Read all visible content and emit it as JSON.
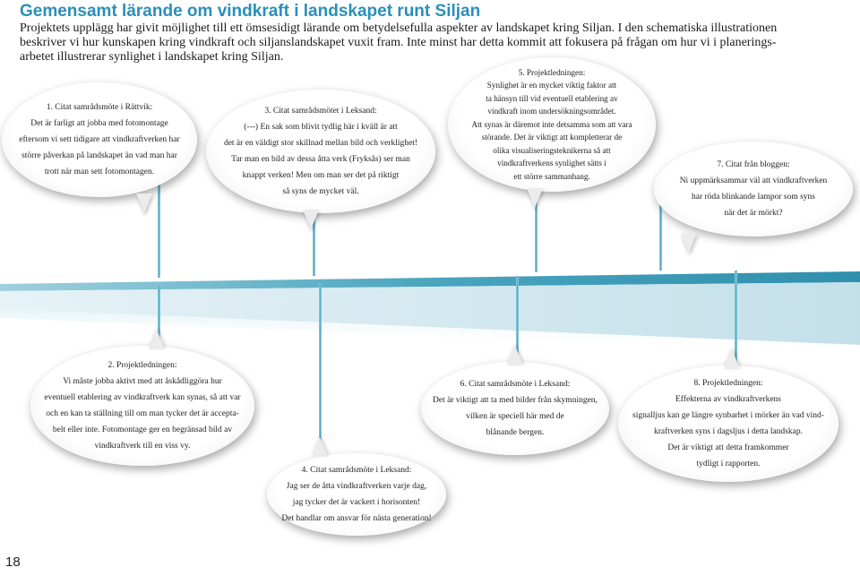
{
  "title": "Gemensamt lärande om vindkraft i landskapet runt Siljan",
  "intro": [
    "Projektets upplägg har givit möjlighet till ett ömsesidigt lärande om betydelsefulla aspekter av landskapet kring Siljan. I den schematiska illustrationen",
    "beskriver vi hur kunskapen kring vindkraft och siljanslandskapet vuxit fram. Inte minst har detta kommit att fokusera på frågan om hur vi i planerings-",
    "arbetet illustrerar synlighet i landskapet kring Siljan."
  ],
  "bubbles": [
    {
      "id": "b1",
      "lines": [
        "1. Citat samrådsmöte i Rättvik:",
        "Det är farligt att jobba med fotomontage",
        "eftersom vi sett tidigare att vindkraftverken har",
        "större påverkan på landskapet än vad man har",
        "trott när man sett fotomontagen."
      ]
    },
    {
      "id": "b2",
      "lines": [
        "2. Projektledningen:",
        "Vi måste jobba aktivt med att åskådliggöra hur",
        "eventuell etablering av vindkraftverk kan synas, så att var",
        "och en kan ta ställning till om man tycker det är accepta-",
        "belt eller inte. Fotomontage ger en begränsad bild av",
        "vindkraftverk till en viss vy."
      ]
    },
    {
      "id": "b3",
      "lines": [
        "3. Citat samrådsmötet i Leksand:",
        "(---) En sak som blivit tydlig här i kväll är att",
        "det är en väldigt stor skillnad mellan bild och verklighet!",
        "Tar man en bild av dessa åtta verk (Fryksås) ser man",
        "knappt verken! Men om man ser det på riktigt",
        "så syns de mycket väl."
      ]
    },
    {
      "id": "b4",
      "lines": [
        "4. Citat samrådsmöte i Leksand:",
        "Jag ser de åtta vindkraftverken varje dag,",
        "jag tycker det är vackert i horisonten!",
        "Det handlar om ansvar för nästa generation!"
      ]
    },
    {
      "id": "b5",
      "lines": [
        "5. Projektledningen:",
        "Synlighet är en mycket viktig faktor att",
        "ta hänsyn till vid eventuell etablering av",
        "vindkraft inom undersökningsområdet.",
        "Att synas är däremot inte detsamma som att vara",
        "störande. Det är viktigt att kompletterar de",
        "olika visualiseringsteknikerna så att",
        "vindkraftverkens synlighet sätts i",
        "ett större sammanhang."
      ]
    },
    {
      "id": "b6",
      "lines": [
        "6. Citat samrådsmöte i Leksand:",
        "Det är viktigt att ta med bilder från skymningen,",
        "vilken är speciell här med de",
        "blånande bergen."
      ]
    },
    {
      "id": "b7",
      "lines": [
        "7. Citat från bloggen:",
        "Ni uppmärksammar väl att vindkraftverken",
        "har röda blinkande lampor som syns",
        "när det är mörkt?"
      ]
    },
    {
      "id": "b8",
      "lines": [
        "8. Projektledningen:",
        "Effekterna av vindkraftverkens",
        "signalljus kan ge längre synbarhet i mörker än vad vind-",
        "kraftverken syns i dagsljus i detta landskap.",
        "Det är viktigt att detta framkommer",
        "tydligt i rapporten."
      ]
    }
  ],
  "page_number": "18",
  "colors": {
    "title": "#2a8fb8",
    "timeline_teal": "#3b9db8",
    "timeline_light": "#cfe7ef"
  }
}
